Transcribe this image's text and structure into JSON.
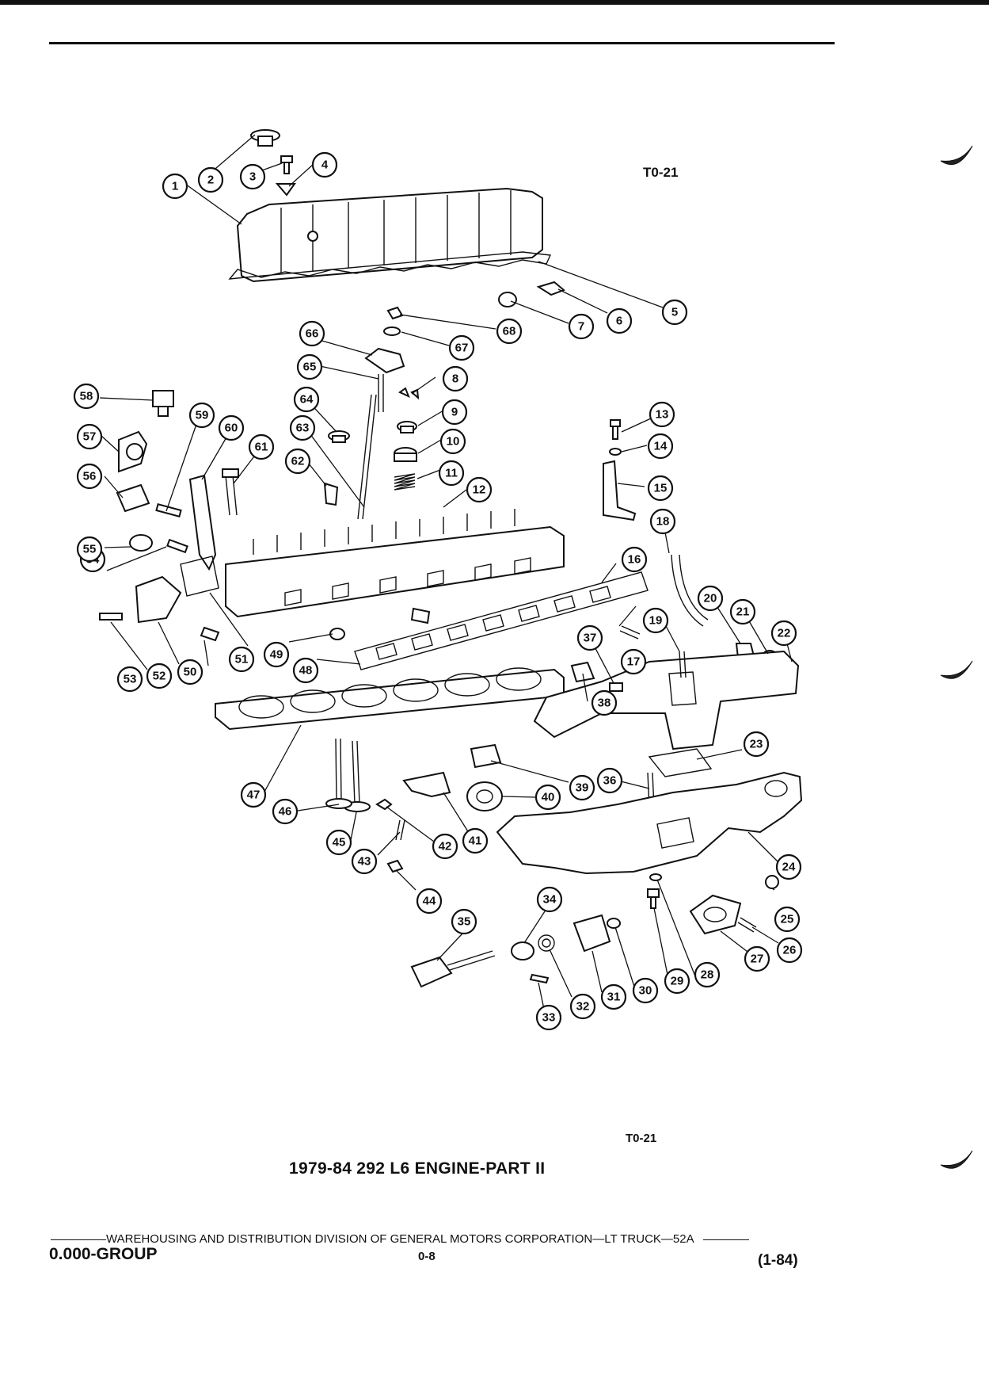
{
  "ref_top": "T0-21",
  "ref_bottom": "T0-21",
  "figure_title": "1979-84 292 L6 ENGINE-PART II",
  "footer": {
    "source": "WAREHOUSING AND DISTRIBUTION DIVISION OF GENERAL MOTORS CORPORATION—LT TRUCK—52A",
    "group": "0.000-GROUP",
    "page": "0-8",
    "revision": "(1-84)"
  },
  "callouts": [
    "1",
    "2",
    "3",
    "4",
    "5",
    "6",
    "7",
    "8",
    "9",
    "10",
    "11",
    "12",
    "13",
    "14",
    "15",
    "16",
    "17",
    "18",
    "19",
    "20",
    "21",
    "22",
    "23",
    "24",
    "25",
    "26",
    "27",
    "28",
    "29",
    "30",
    "31",
    "32",
    "33",
    "34",
    "35",
    "36",
    "37",
    "38",
    "39",
    "40",
    "41",
    "42",
    "43",
    "44",
    "45",
    "46",
    "47",
    "48",
    "49",
    "50",
    "51",
    "52",
    "53",
    "54",
    "55",
    "56",
    "57",
    "58",
    "59",
    "60",
    "61",
    "62",
    "63",
    "64",
    "65",
    "66",
    "67",
    "68"
  ]
}
